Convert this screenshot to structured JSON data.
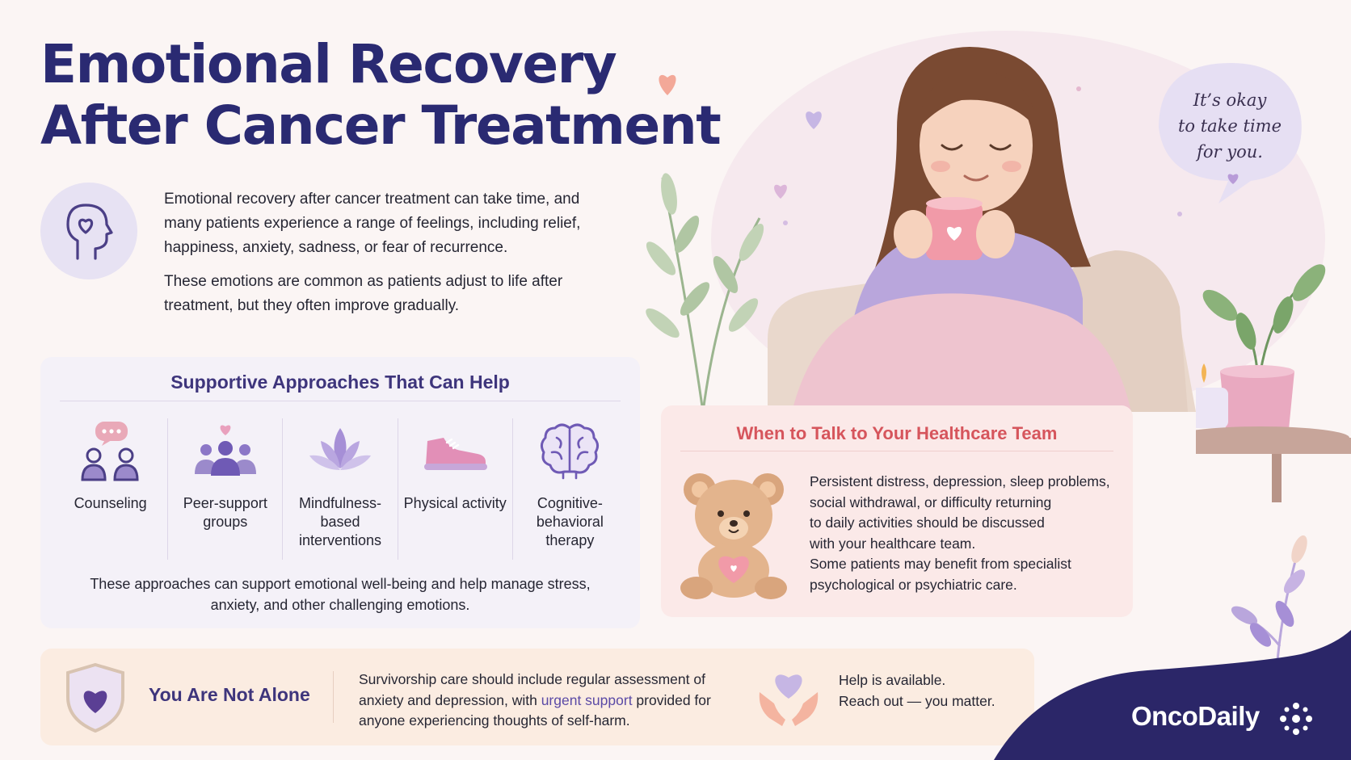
{
  "title": {
    "line1": "Emotional Recovery",
    "line2": "After Cancer Treatment"
  },
  "intro": {
    "icon": "head-heart-icon",
    "paragraph1": "Emotional recovery after cancer treatment can take time, and many patients experience a range of feelings, including relief, happiness, anxiety, sadness, or fear of recurrence.",
    "paragraph2": "These emotions are common as patients adjust to life after treatment, but they often improve gradually."
  },
  "approaches": {
    "title": "Supportive Approaches That Can Help",
    "items": [
      {
        "label": "Counseling",
        "icon": "counseling-icon"
      },
      {
        "label": "Peer-support groups",
        "icon": "peer-support-icon"
      },
      {
        "label": "Mindfulness-based interventions",
        "icon": "lotus-icon"
      },
      {
        "label": "Physical activity",
        "icon": "sneaker-icon"
      },
      {
        "label": "Cognitive-behavioral therapy",
        "icon": "brain-icon"
      }
    ],
    "footer": "These approaches can support emotional well-being and help manage stress, anxiety, and other challenging emotions."
  },
  "speech_bubble": {
    "line1": "It’s okay",
    "line2": "to take time",
    "line3": "for you."
  },
  "healthcare": {
    "title": "When to Talk to Your Healthcare Team",
    "icon": "teddy-bear-icon",
    "lines": [
      "Persistent distress, depression, sleep problems,",
      "social withdrawal, or difficulty returning",
      "to daily activities should be discussed",
      "with your healthcare team.",
      "Some patients may benefit from specialist",
      "psychological or psychiatric care."
    ]
  },
  "banner": {
    "icon": "shield-heart-icon",
    "title": "You Are Not Alone",
    "text_before": "Survivorship care should include regular assessment of anxiety and depression, with ",
    "text_highlight": "urgent support",
    "text_after": " provided for anyone experiencing thoughts of self-harm.",
    "help_icon": "hands-heart-icon",
    "help_line1": "Help is available.",
    "help_line2": "Reach out — you matter."
  },
  "brand": {
    "name": "OncoDaily",
    "icon": "sparkle-logo-icon"
  },
  "colors": {
    "title": "#2a2a72",
    "accent_purple": "#8c77c7",
    "healthcare_title": "#d6555c",
    "brand_navy": "#2b2668"
  }
}
